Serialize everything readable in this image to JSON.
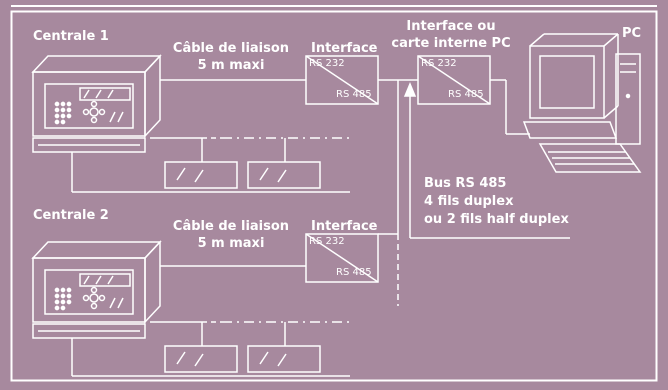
{
  "colors": {
    "background": "#a7899e",
    "line": "#ffffff",
    "text": "#ffffff"
  },
  "labels": {
    "centrale_1": "Centrale 1",
    "centrale_2": "Centrale 2",
    "pc": "PC",
    "cable_1_line1": "Câble de liaison",
    "cable_1_line2": "5 m maxi",
    "cable_2_line1": "Câble de liaison",
    "cable_2_line2": "5 m maxi",
    "interface_1": "Interface",
    "interface_2": "Interface",
    "interface_pc_line1": "Interface ou",
    "interface_pc_line2": "carte interne PC",
    "bus_line1": "Bus RS 485",
    "bus_line2": "4 fils duplex",
    "bus_line3": "ou 2 fils half duplex"
  },
  "interfaces": [
    {
      "top": "RS 232",
      "bottom": "RS 485"
    },
    {
      "top": "RS 232",
      "bottom": "RS 485"
    },
    {
      "top": "RS 232",
      "bottom": "RS 485"
    }
  ]
}
